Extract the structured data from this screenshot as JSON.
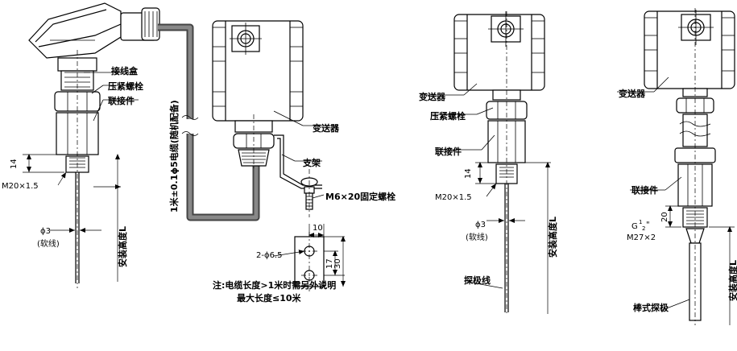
{
  "labels": {
    "junction_box": "接线盒",
    "compression_bolt": "压紧螺栓",
    "connector": "联接件",
    "thread_m20": "M20×1.5",
    "dim_14": "14",
    "phi3": "ϕ3",
    "soft_wire": "(软线)",
    "install_height": "安装高度L",
    "cable_note": "1米±0.1ϕ5电缆(随机配备)",
    "transmitter": "变送器",
    "bracket": "支架",
    "bolt_m6": "M6×20固定螺栓",
    "hole_spec": "2-ϕ6.5",
    "dim_10": "10",
    "dim_17": "17",
    "dim_30": "30",
    "note_line1": "注:电缆长度>1米时需另外说明",
    "note_line2": "最大长度≤10米",
    "probe_wire": "探极线",
    "g_thread": "G⁄\"",
    "g_thread_sup": "1",
    "g_thread_sub": "2",
    "m27": "M27×2",
    "dim_20": "20",
    "rod_probe": "棒式探极"
  }
}
